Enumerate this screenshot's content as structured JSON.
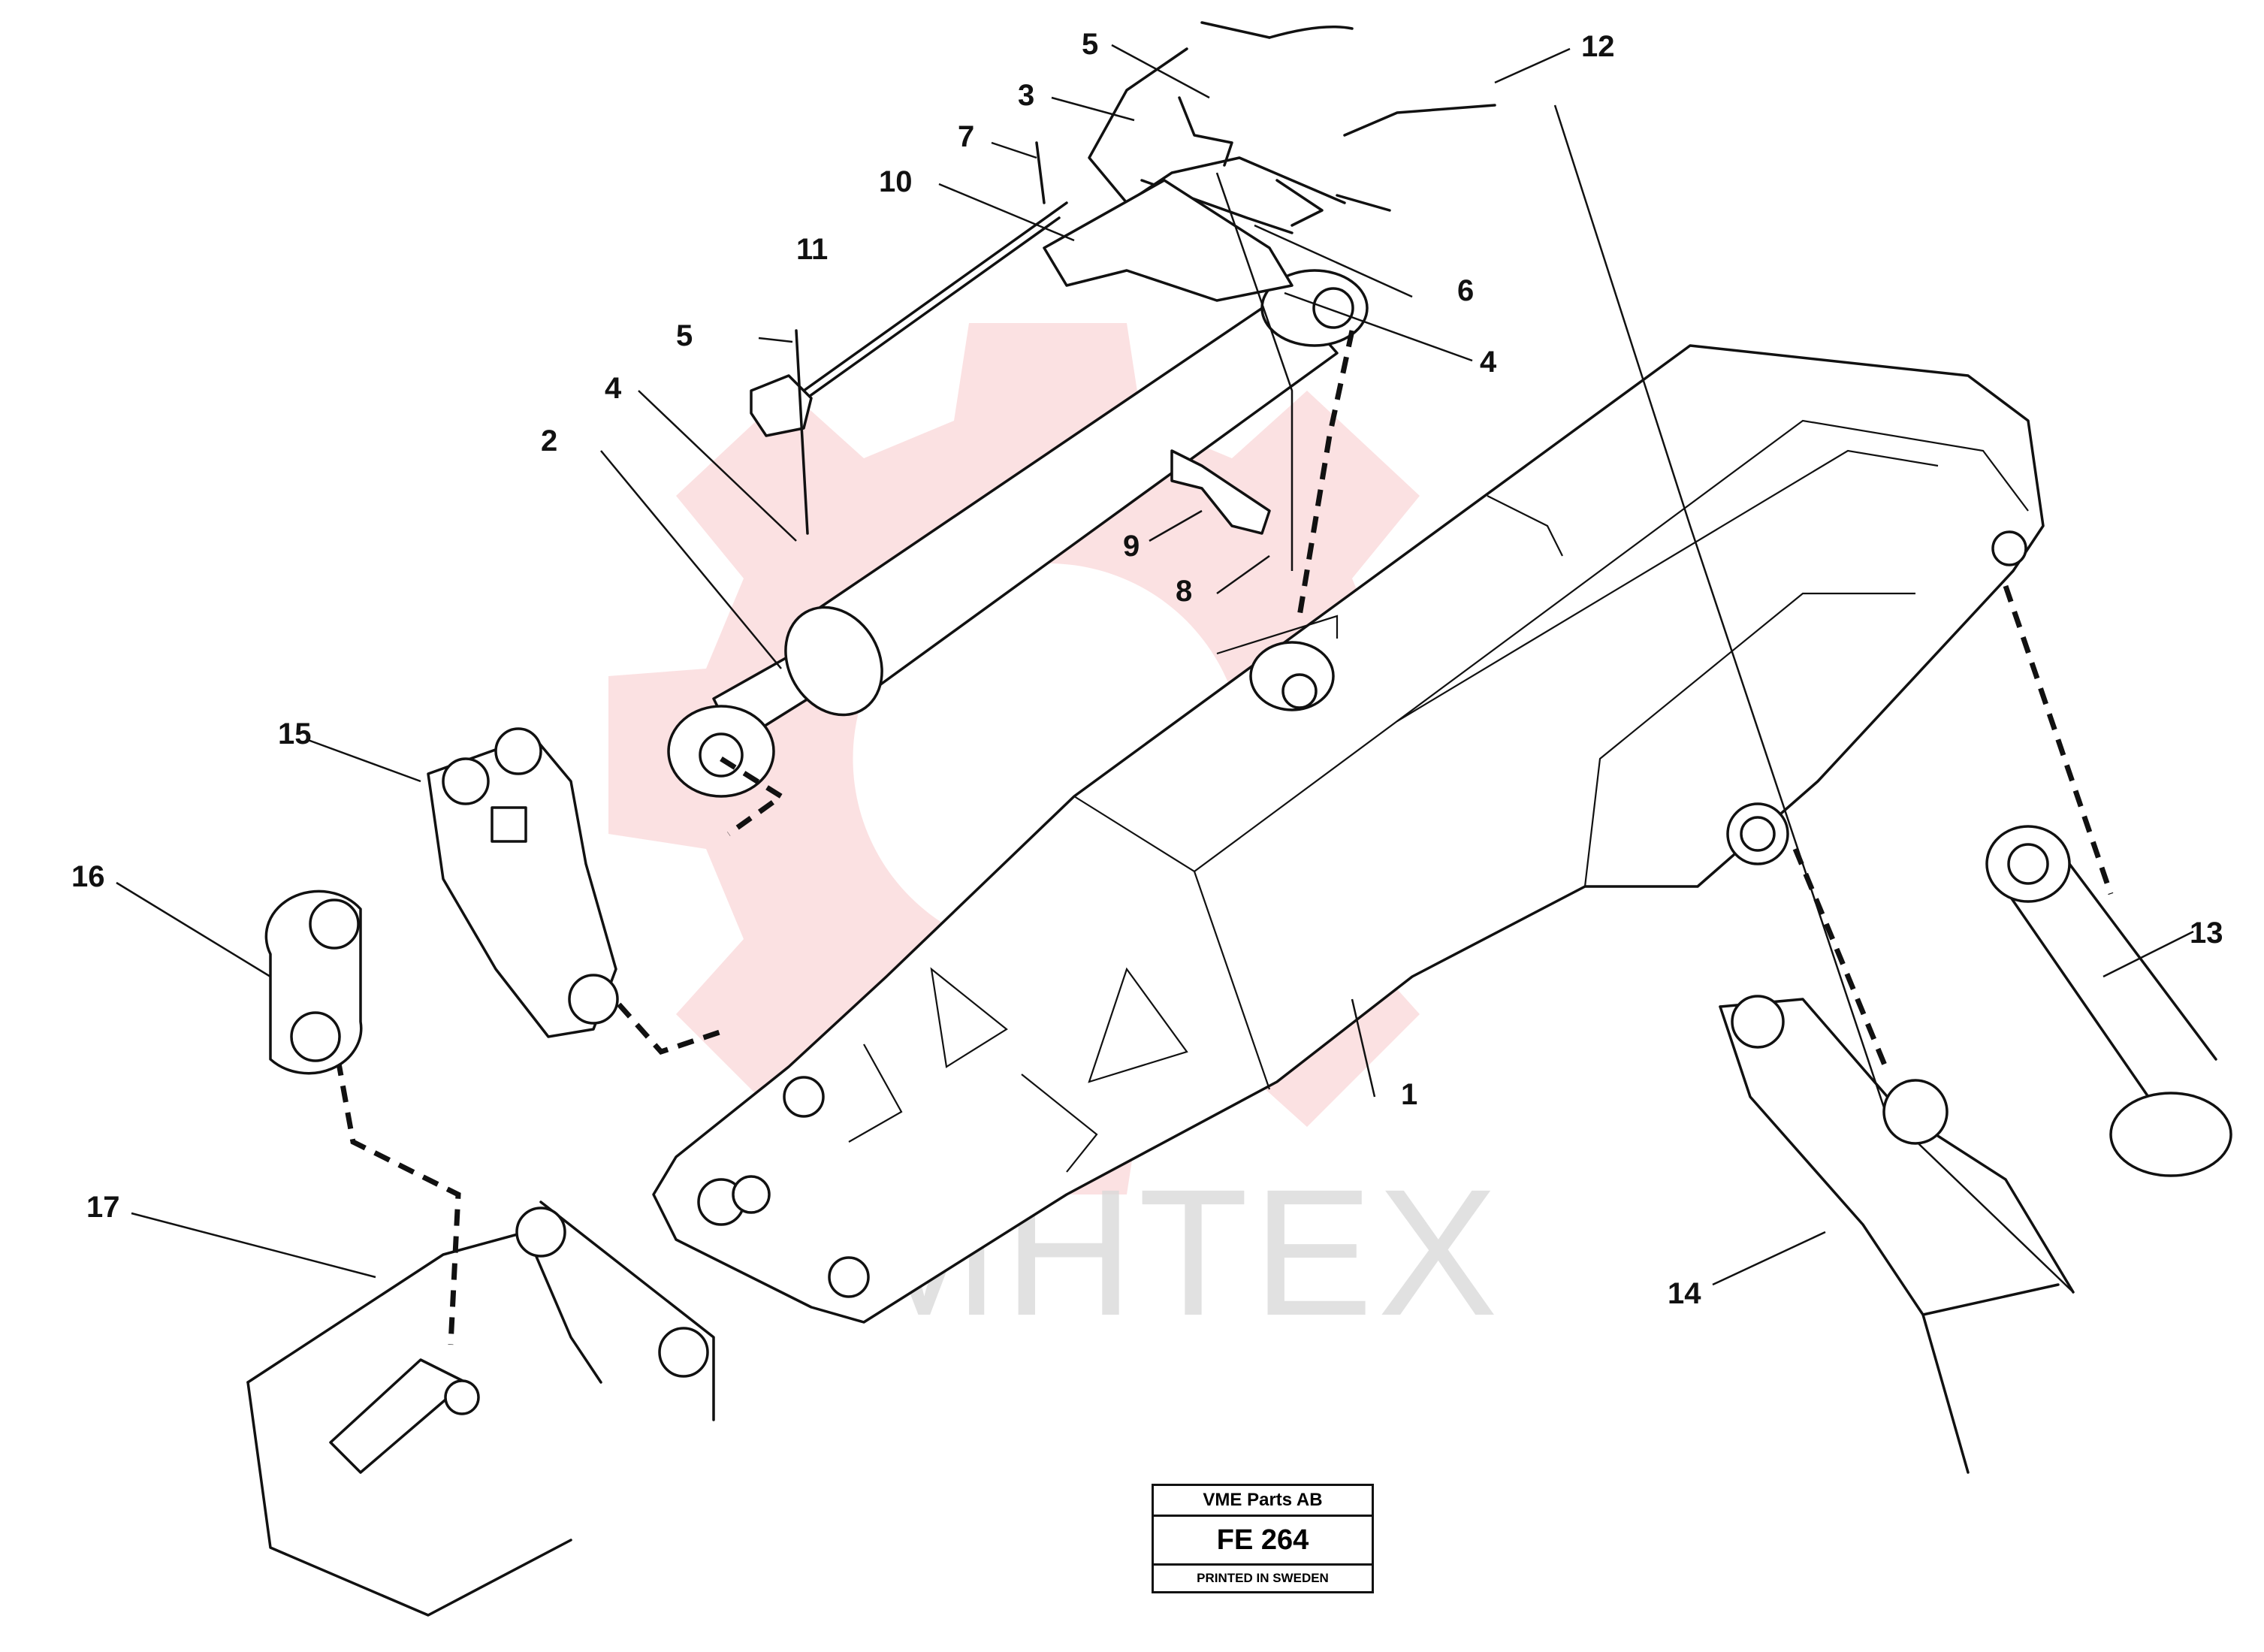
{
  "callouts": [
    {
      "id": "c1",
      "text": "1"
    },
    {
      "id": "c2",
      "text": "2"
    },
    {
      "id": "c3",
      "text": "3"
    },
    {
      "id": "c4a",
      "text": "4"
    },
    {
      "id": "c4b",
      "text": "4"
    },
    {
      "id": "c5a",
      "text": "5"
    },
    {
      "id": "c5b",
      "text": "5"
    },
    {
      "id": "c6",
      "text": "6"
    },
    {
      "id": "c7",
      "text": "7"
    },
    {
      "id": "c8",
      "text": "8"
    },
    {
      "id": "c9",
      "text": "9"
    },
    {
      "id": "c10",
      "text": "10"
    },
    {
      "id": "c11",
      "text": "11"
    },
    {
      "id": "c12",
      "text": "12"
    },
    {
      "id": "c13",
      "text": "13"
    },
    {
      "id": "c14",
      "text": "14"
    },
    {
      "id": "c15",
      "text": "15"
    },
    {
      "id": "c16",
      "text": "16"
    },
    {
      "id": "c17",
      "text": "17"
    }
  ],
  "watermark": {
    "text": "МНТЕХ",
    "color": "#f7c9cb"
  },
  "stamp": {
    "company": "VME Parts AB",
    "drawing_number": "FE 264",
    "printed": "PRINTED IN SWEDEN"
  }
}
